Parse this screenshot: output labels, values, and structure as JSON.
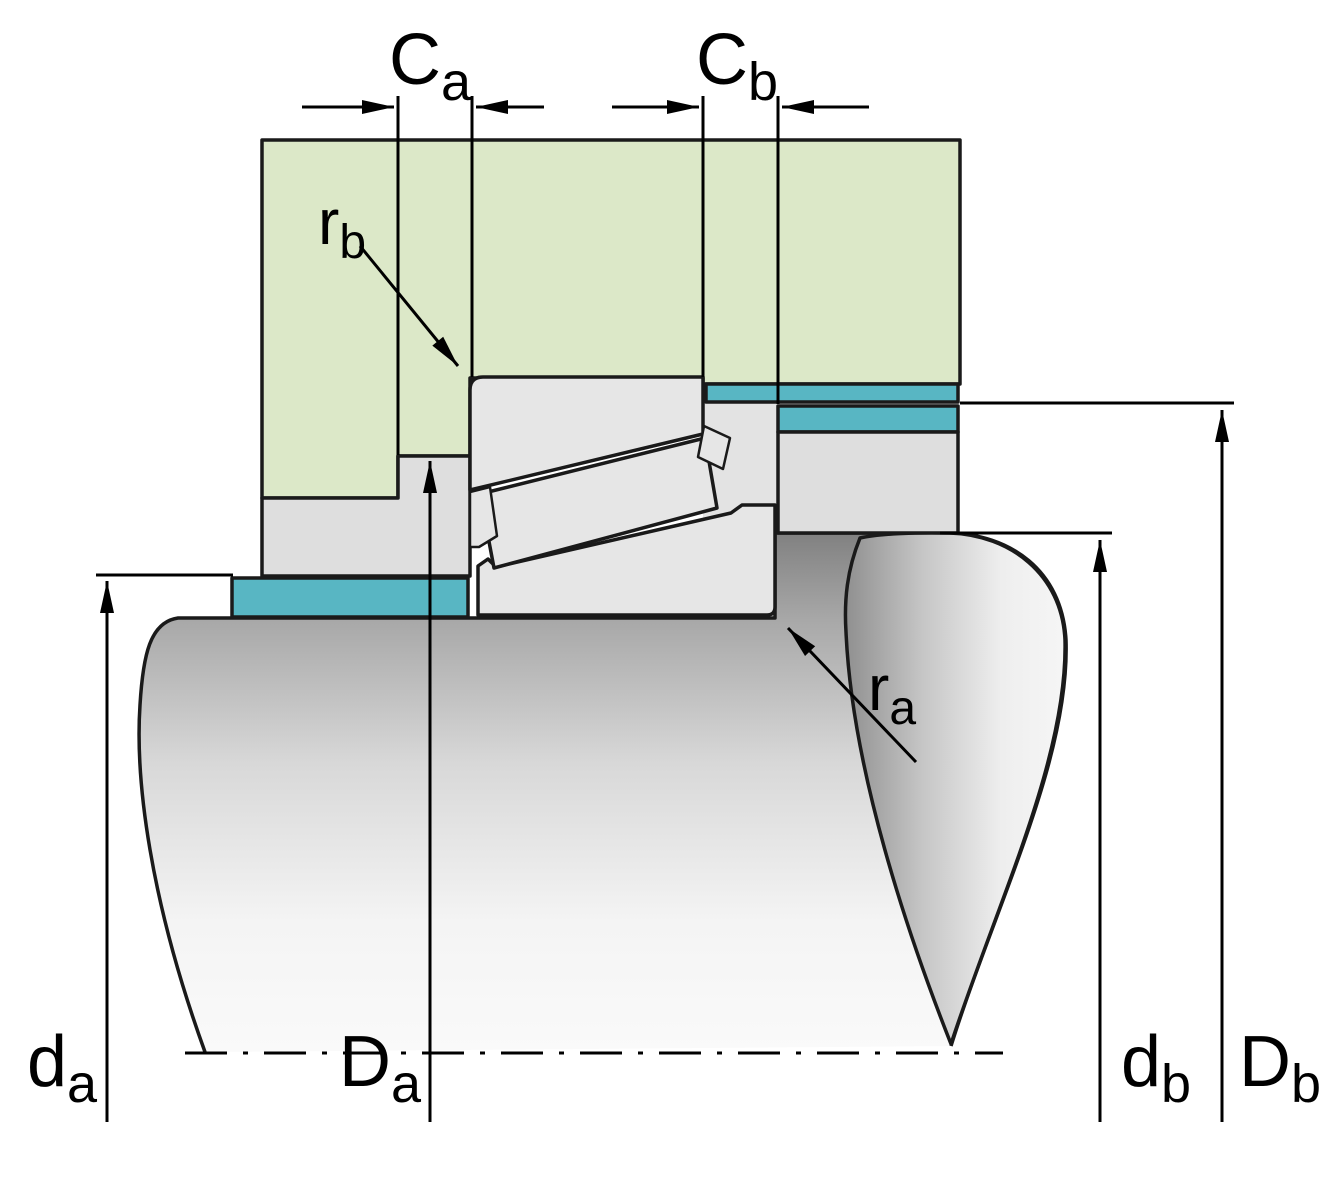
{
  "diagram": {
    "type": "bearing-mounting-dimension-drawing",
    "labels": {
      "Ca": {
        "main": "C",
        "sub": "a"
      },
      "Cb": {
        "main": "C",
        "sub": "b"
      },
      "rb": {
        "main": "r",
        "sub": "b"
      },
      "ra": {
        "main": "r",
        "sub": "a"
      },
      "da": {
        "main": "d",
        "sub": "a"
      },
      "Da": {
        "main": "D",
        "sub": "a"
      },
      "db": {
        "main": "d",
        "sub": "b"
      },
      "Db": {
        "main": "D",
        "sub": "b"
      }
    },
    "colors": {
      "housing_green": "#dce8c8",
      "abutment_teal": "#58b6c3",
      "spacer_gray": "#dedede",
      "zone_gray": "#e3e3e3",
      "ring_gray": "#e6e6e6",
      "outline": "#1a1a1a",
      "dimension": "#000000"
    }
  }
}
